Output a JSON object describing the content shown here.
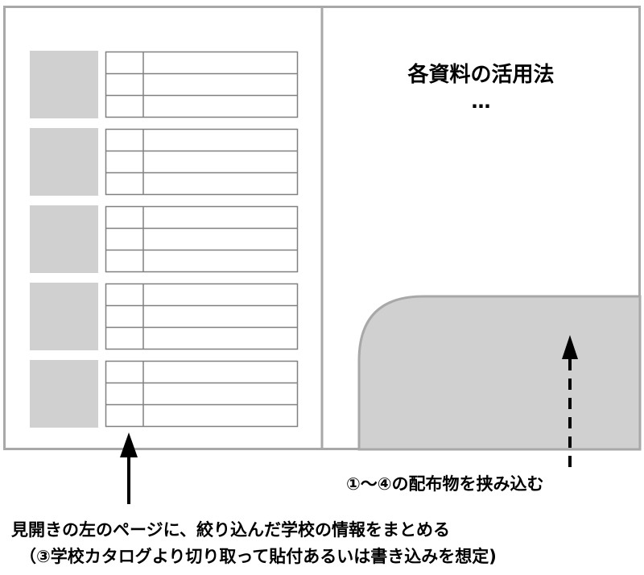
{
  "right_page": {
    "title": "各資料の活用法",
    "ellipsis": "…"
  },
  "captions": {
    "right": "①〜④の配布物を挟み込む",
    "left_line1": "見開きの左のページに、絞り込んだ学校の情報をまとめる",
    "left_line2": "（③学校カタログより切り取って貼付あるいは書き込みを想定)"
  },
  "left_page": {
    "school_entries": 5,
    "rows_per_entry": 3
  },
  "colors": {
    "border": "#a8a8a8",
    "placeholder": "#d0d0d0",
    "table_line": "#808080",
    "arrow": "#000000"
  }
}
